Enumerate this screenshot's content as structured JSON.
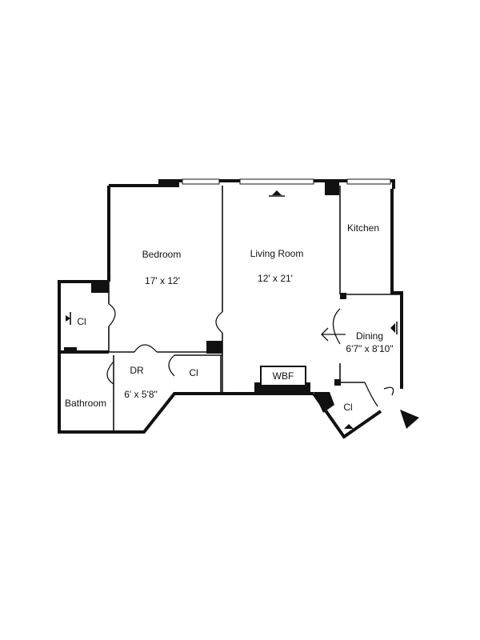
{
  "rooms": {
    "bedroom": {
      "name": "Bedroom",
      "dims": "17' x 12'"
    },
    "living_room": {
      "name": "Living Room",
      "dims": "12' x 21'"
    },
    "kitchen": {
      "name": "Kitchen"
    },
    "dining": {
      "name": "Dining",
      "dims": "6'7\" x 8'10\""
    },
    "dressing_room": {
      "name": "DR",
      "dims": "6' x 5'8\""
    },
    "bathroom": {
      "name": "Bathroom"
    },
    "closet_left": {
      "name": "Cl"
    },
    "closet_middle": {
      "name": "Cl"
    },
    "closet_entry": {
      "name": "Cl"
    }
  },
  "features": {
    "fireplace": {
      "name": "WBF"
    }
  },
  "colors": {
    "walls": "#111111",
    "background": "#ffffff"
  }
}
